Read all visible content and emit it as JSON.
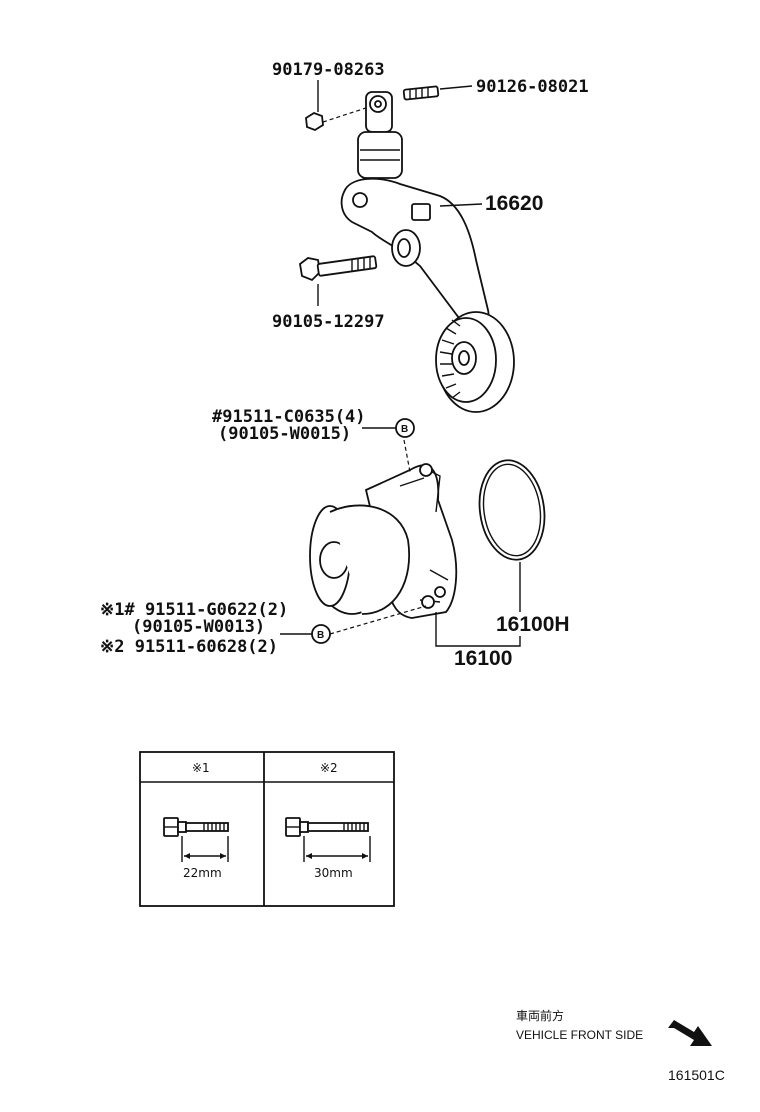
{
  "parts": {
    "nut_top": "90179-08263",
    "stud": "90126-08021",
    "tensioner": "16620",
    "bolt_tensioner": "90105-12297",
    "bolt_b_top_line1": "#91511-C0635(4)",
    "bolt_b_top_line2": "(90105-W0015)",
    "bolt_b_bottom_line1": "※1# 91511-G0622(2)",
    "bolt_b_bottom_line2": "(90105-W0013)",
    "bolt_b_bottom_line3": "※2  91511-60628(2)",
    "gasket": "16100H",
    "water_pump": "16100"
  },
  "callout": {
    "b": "B"
  },
  "table": {
    "col1_header": "※1",
    "col2_header": "※2",
    "col1_length": "22mm",
    "col2_length": "30mm"
  },
  "direction": {
    "japanese": "車両前方",
    "english": "VEHICLE FRONT SIDE"
  },
  "diagram_code": "161501C"
}
